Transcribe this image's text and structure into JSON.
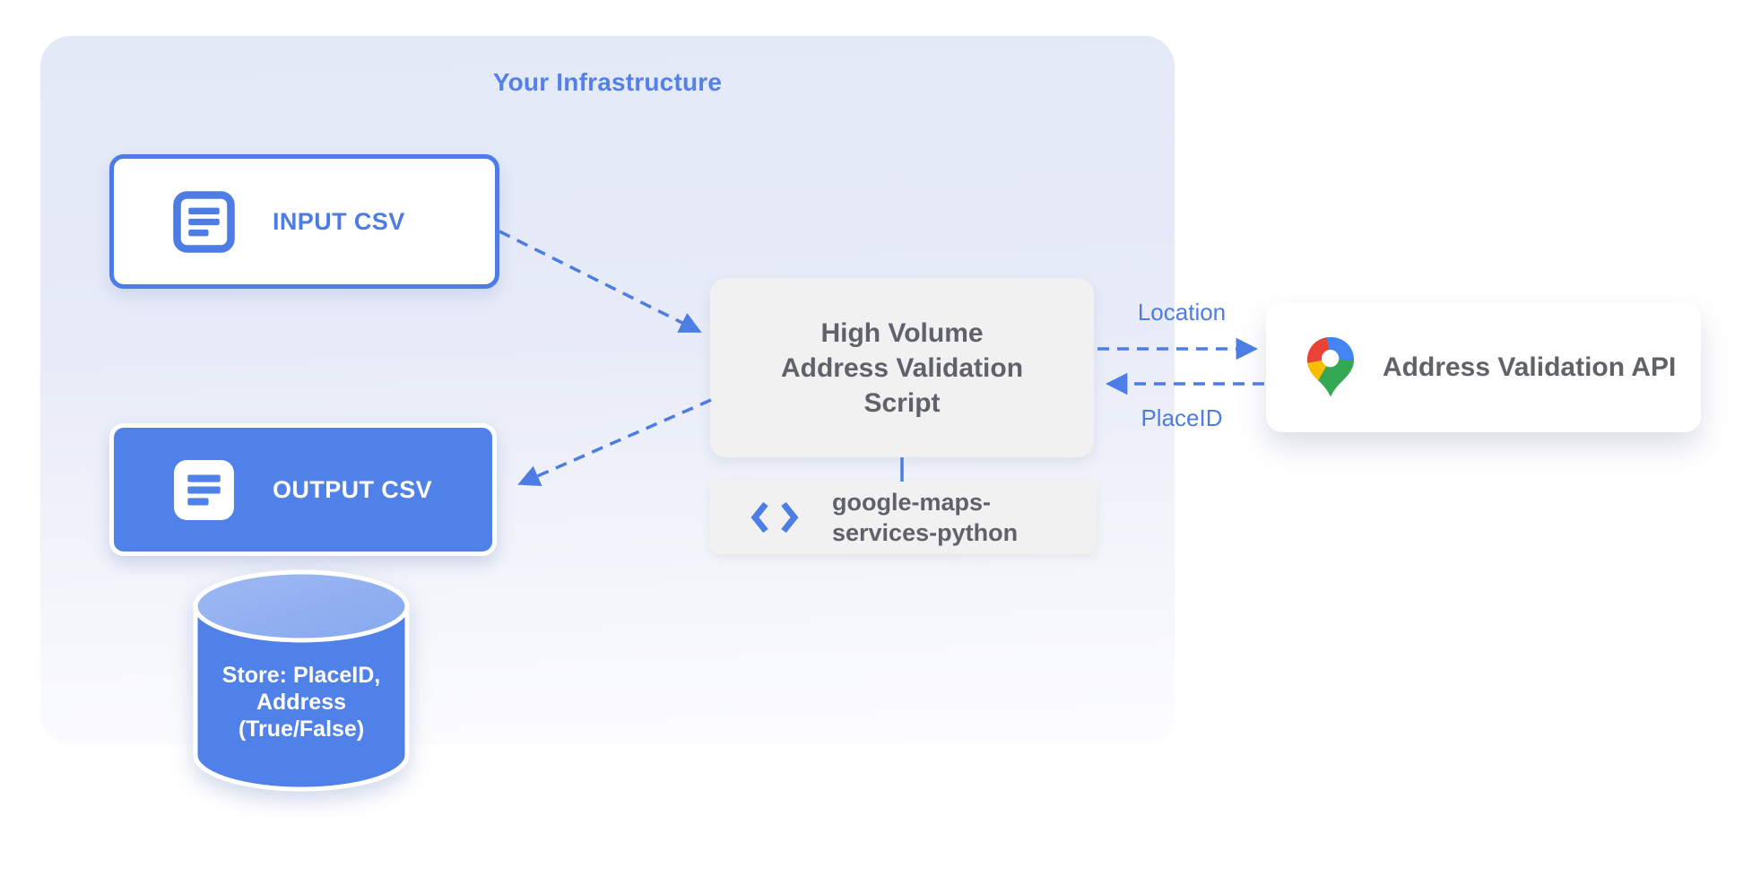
{
  "infrastructure": {
    "title": "Your Infrastructure"
  },
  "nodes": {
    "input_csv": {
      "label": "INPUT CSV",
      "icon": "document-icon"
    },
    "output_csv": {
      "label": "OUTPUT CSV",
      "icon": "document-icon"
    },
    "datastore": {
      "icon": "database-cylinder",
      "lines": [
        "Store: PlaceID,",
        "Address",
        "(True/False)"
      ]
    },
    "script": {
      "lines": [
        "High Volume",
        "Address Validation",
        "Script"
      ]
    },
    "library": {
      "icon": "code-icon",
      "lines": [
        "google-maps-",
        "services-python"
      ]
    },
    "api": {
      "label": "Address Validation API",
      "icon": "google-maps-pin-icon"
    }
  },
  "edges": {
    "location_label": "Location",
    "placeid_label": "PlaceID",
    "connections": [
      "input-csv -> script (dashed arrow)",
      "script -> output-csv (dashed arrow)",
      "script -> api (dashed arrow, Location)",
      "api -> script (dashed arrow, PlaceID)",
      "script - library (solid connector)"
    ]
  },
  "colors": {
    "primary_blue": "#4c7ce4",
    "title_blue": "#5480e7",
    "node_blue_fill": "#4f81e8",
    "cylinder_top_blue": "#93b1ef",
    "container_blue": "#e3e9f7",
    "box_gray": "#f1f1f2",
    "text_gray": "#5f6368",
    "pin_red": "#EA4335",
    "pin_blue": "#4285F4",
    "pin_yellow": "#FBBC04",
    "pin_green": "#34A853"
  }
}
